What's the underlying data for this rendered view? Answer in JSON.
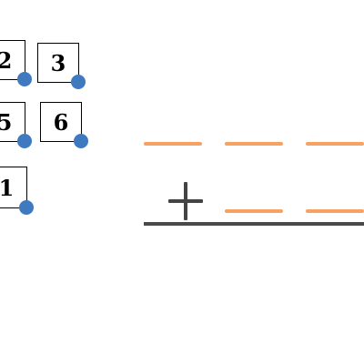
{
  "tiles": [
    {
      "label": "2"
    },
    {
      "label": "3"
    },
    {
      "label": "5"
    },
    {
      "label": "6"
    },
    {
      "label": "1"
    }
  ],
  "operator": {
    "icon": "plus-icon"
  },
  "colors": {
    "slot": "#f5a263",
    "handle": "#3f7ac0",
    "operator": "#444444",
    "sum_line": "#4a4a4a"
  }
}
